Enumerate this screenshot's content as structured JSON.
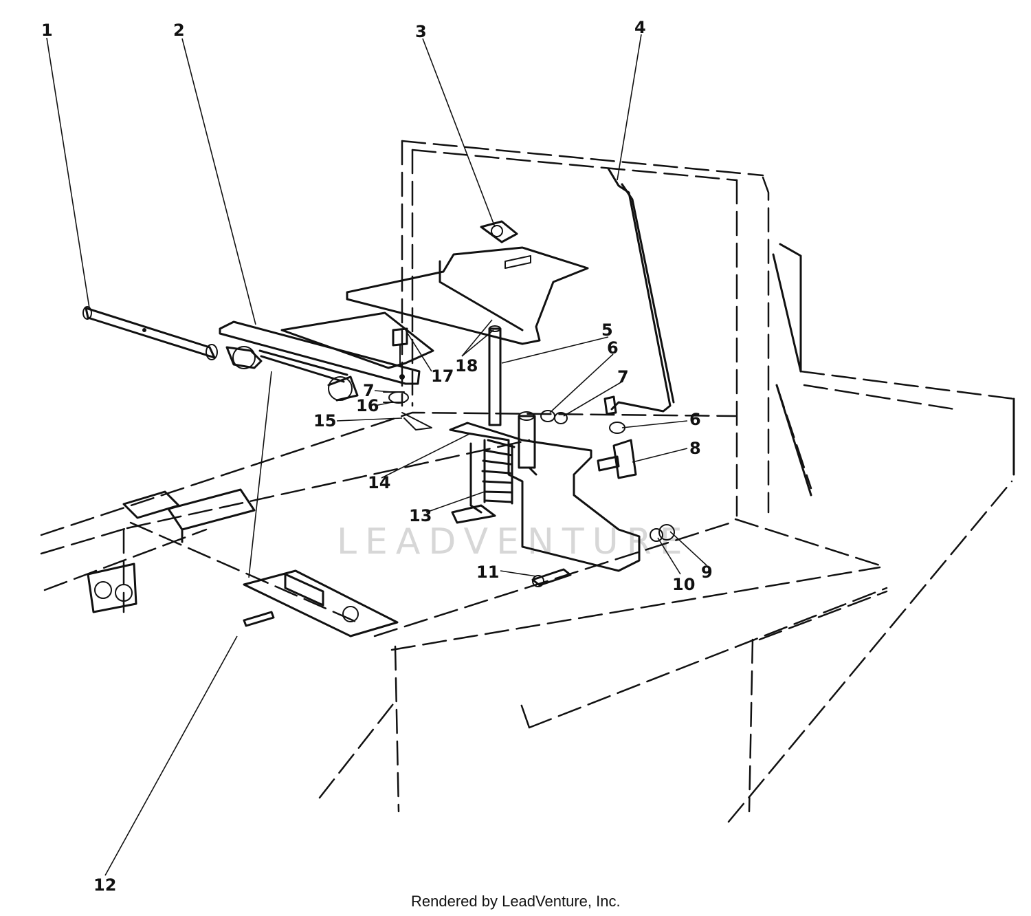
{
  "diagram": {
    "watermark": "LEADVENTURE",
    "credit": "Rendered by LeadVenture, Inc.",
    "callouts": {
      "c1": "1",
      "c2": "2",
      "c3": "3",
      "c4": "4",
      "c5": "5",
      "c6a": "6",
      "c6b": "6",
      "c7a": "7",
      "c7b": "7",
      "c8": "8",
      "c9": "9",
      "c10": "10",
      "c11": "11",
      "c12": "12",
      "c13": "13",
      "c14": "14",
      "c15": "15",
      "c16": "16",
      "c17": "17",
      "c18": "18"
    }
  }
}
